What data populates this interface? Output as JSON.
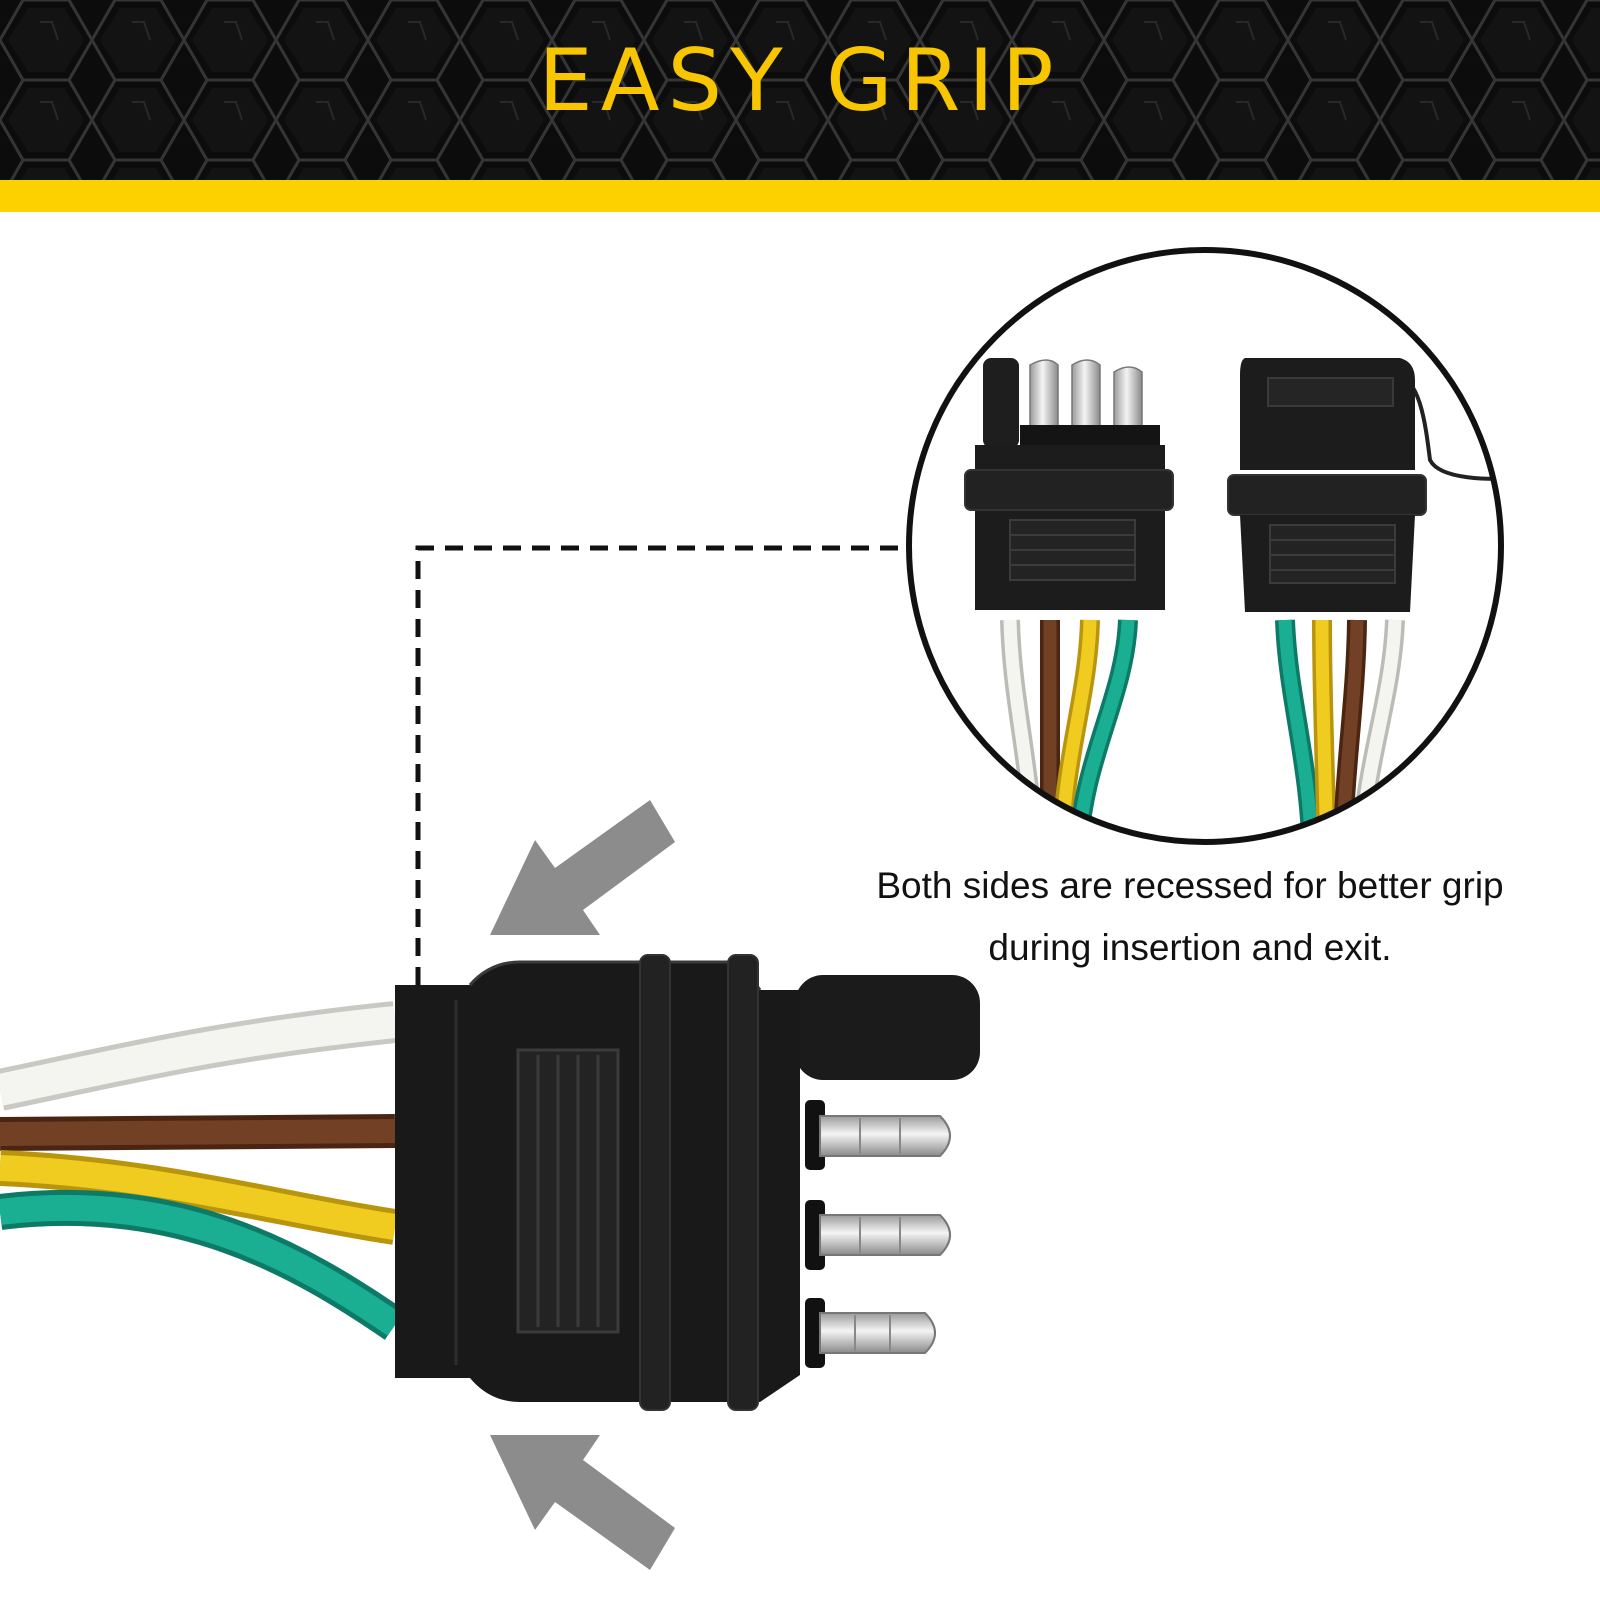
{
  "header": {
    "title": "EASY GRIP",
    "title_color": "#f7c600",
    "stripe_color": "#fdd000",
    "background": "#0c0c0c"
  },
  "caption": {
    "line1": "Both sides are recessed for better grip",
    "line2": "during insertion and exit."
  },
  "wire_colors": {
    "white": "#f2f2ee",
    "brown": "#6b3a1f",
    "yellow": "#e8c21a",
    "green": "#17a88f"
  },
  "icons": [
    "arrow-down-left-icon",
    "arrow-up-left-icon"
  ]
}
